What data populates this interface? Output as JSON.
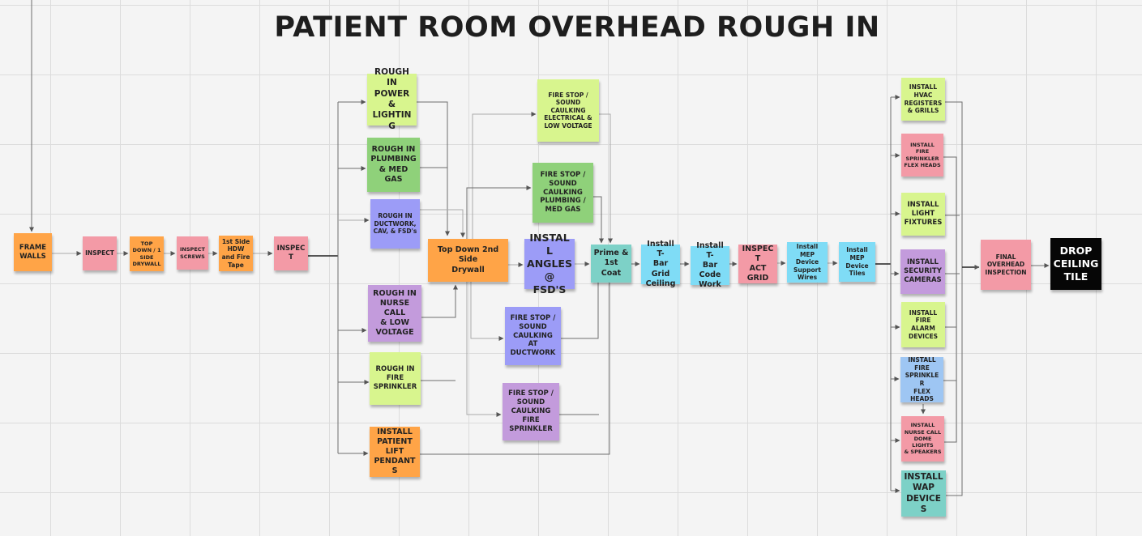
{
  "title": "PATIENT ROOM OVERHEAD ROUGH IN",
  "notes": {
    "frame_walls": "FRAME\nWALLS",
    "inspect_1": "INSPECT",
    "top_down_1_side": "TOP\nDOWN / 1\nSIDE\nDRYWALL",
    "inspect_screws": "INSPECT\nSCREWS",
    "first_side_hdw": "1st Side\nHDW\nand Fire\nTape",
    "inspect_2": "INSPECT",
    "rough_power": "ROUGH\nIN\nPOWER &\nLIGHTING",
    "rough_plumbing": "ROUGH IN\nPLUMBING\n& MED GAS",
    "rough_ductwork": "ROUGH IN\nDUCTWORK,\nCAV, & FSD's",
    "rough_nurse_call": "ROUGH IN\nNURSE CALL\n& LOW\nVOLTAGE",
    "rough_fire_sprinkler": "ROUGH IN\nFIRE\nSPRINKLER",
    "install_patient_lift": "INSTALL\nPATIENT\nLIFT\nPENDANTS",
    "top_down_2nd": "Top Down 2nd Side\nDrywall",
    "fs_electrical": "FIRE STOP /\nSOUND\nCAULKING\nELECTRICAL &\nLOW VOLTAGE",
    "fs_plumbing": "FIRE STOP /\nSOUND\nCAULKING\nPLUMBING /\nMED GAS",
    "install_angles": "INSTALL\nANGLES\n@ FSD'S",
    "fs_ductwork": "FIRE STOP /\nSOUND\nCAULKING AT\nDUCTWORK",
    "fs_sprinkler": "FIRE STOP /\nSOUND\nCAULKING\nFIRE\nSPRINKLER",
    "prime_coat": "Prime &\n1st Coat",
    "tbar_grid": "Install T-\nBar Grid\nCeiling",
    "tbar_code": "Install T-\nBar Code\nWork",
    "inspect_act": "INSPECT\nACT\nGRID",
    "mep_support": "Install MEP\nDevice\nSupport\nWires",
    "mep_tiles": "Install MEP\nDevice\nTiles",
    "hvac": "INSTALL\nHVAC\nREGISTERS\n& GRILLS",
    "sprinkler_flex_1": "INSTALL\nFIRE\nSPRINKLER\nFLEX HEADS",
    "light_fixtures": "INSTALL\nLIGHT\nFIXTURES",
    "security": "INSTALL\nSECURITY\nCAMERAS",
    "fire_alarm": "INSTALL\nFIRE\nALARM\nDEVICES",
    "sprinkler_flex_2": "INSTALL\nFIRE\nSPRINKLER\nFLEX HEADS",
    "nurse_dome": "INSTALL\nNURSE CALL\nDOME LIGHTS\n& SPEAKERS",
    "wap": "INSTALL\nWAP\nDEVICES",
    "final_inspection": "FINAL\nOVERHEAD\nINSPECTION",
    "drop_ceiling": "DROP\nCEILING\nTILE"
  },
  "colors": {
    "orange": "#ffa447",
    "pink": "#f39aa6",
    "lime": "#d8f58e",
    "green": "#8fd17a",
    "purple": "#9c9cf7",
    "lilac": "#c39bdc",
    "teal": "#7dd1c7",
    "cyan": "#7fdcf6",
    "blue": "#9ec6f3",
    "black": "#060606",
    "connector": "#6b6b6b"
  }
}
